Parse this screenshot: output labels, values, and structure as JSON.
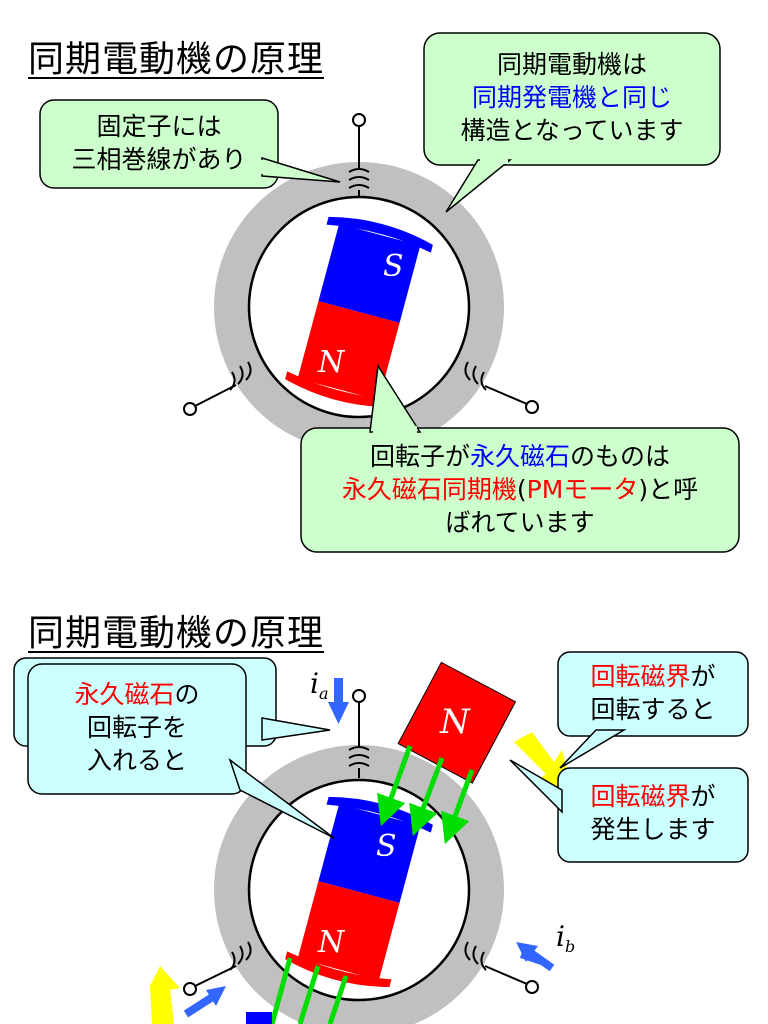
{
  "slide1": {
    "title": "同期電動機の原理",
    "stator_callout": {
      "line1": "固定子には",
      "line2": "三相巻線があり"
    },
    "structure_callout": {
      "line1": "同期電動機は",
      "line2": "同期発電機と同じ",
      "line3": "構造となっています"
    },
    "rotor_callout": {
      "l1a": "回転子が",
      "l1b": "永久磁石",
      "l1c": "のものは",
      "l2a": "永久磁石同期機",
      "l2b": "(",
      "l2c": "PMモータ",
      "l2d": ")と呼",
      "line3": "ばれています"
    },
    "magnet": {
      "north": "N",
      "south": "S"
    }
  },
  "slide2": {
    "title": "同期電動機の原理",
    "rotor_callout": {
      "l1a": "永久磁石",
      "l1b": "の",
      "line2": "回転子を",
      "line3": "入れると"
    },
    "rotating_callout": {
      "l1a": "回転磁界",
      "l1b": "が",
      "line2": "回転すると"
    },
    "generate_callout": {
      "l1a": "回転磁界",
      "l1b": "が",
      "line2": "発生します"
    },
    "magnet": {
      "north": "N",
      "south": "S"
    },
    "outer_magnet": {
      "north": "N"
    },
    "currents": {
      "ia": "i",
      "ia_sub": "a",
      "ib": "i",
      "ib_sub": "b"
    }
  },
  "colors": {
    "stator": "#c0c0c0",
    "magnet_north": "#ff0000",
    "magnet_south": "#0000ff",
    "callout_green": "#ccffcc",
    "callout_cyan": "#ccffff",
    "flux_arrow": "#00dd00",
    "current_arrow": "#3366ff",
    "rotation_arrow": "#ffff00"
  }
}
